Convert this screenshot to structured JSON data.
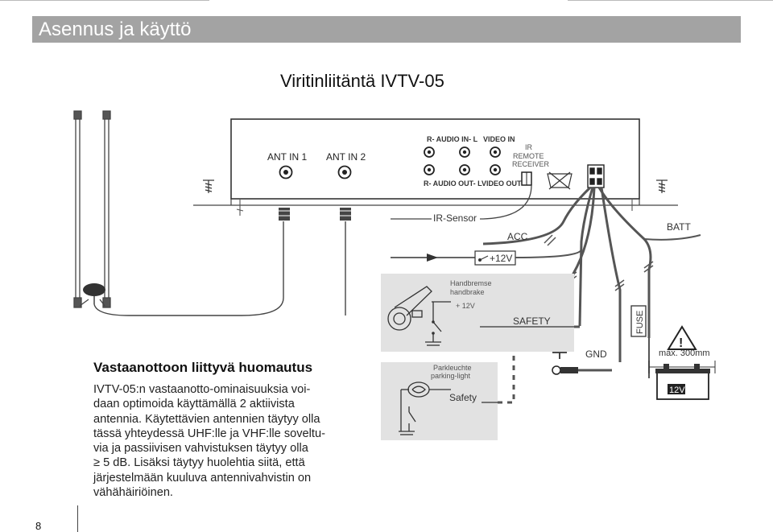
{
  "header": {
    "section_title": "Asennus ja käyttö"
  },
  "diagram": {
    "title": "Viritinliitäntä IVTV-05",
    "labels": {
      "ant_in_1": "ANT IN 1",
      "ant_in_2": "ANT IN 2",
      "r_audio_in_l": "R- AUDIO IN- L",
      "r_audio_out_l": "R- AUDIO OUT- L",
      "video_in": "VIDEO IN",
      "video_out": "VIDEO OUT",
      "ir": "IR",
      "remote": "REMOTE",
      "receiver": "RECEIVER",
      "ir_sensor": "IR-Sensor",
      "acc": "ACC",
      "batt": "BATT",
      "plus12v": "+12V",
      "handbremse": "Handbremse",
      "handbrake": "handbrake",
      "plus12v_small": "+ 12V",
      "safety_upper": "SAFETY",
      "fuse": "FUSE",
      "gnd": "GND",
      "max_300mm": "max. 300mm",
      "battery_12v": "12V",
      "parkleuchte": "Parkleuchte",
      "parking_light": "parking-light",
      "safety_lower": "Safety",
      "warning": "!"
    }
  },
  "notice": {
    "title": "Vastaanottoon liittyvä huomautus",
    "lines": [
      "IVTV-05:n vastaanotto-ominaisuuksia voi-",
      "daan optimoida käyttämällä 2 aktiivista",
      "antennia. Käytettävien antennien täytyy olla",
      "tässä yhteydessä UHF:lle ja VHF:lle soveltu-",
      "via ja passiivisen vahvistuksen täytyy olla",
      "≥ 5 dB. Lisäksi täytyy huolehtia siitä, että",
      "järjestelmään kuuluva antennivahvistin on",
      "vähähäiriöinen."
    ]
  },
  "footer": {
    "page_number": "8"
  }
}
